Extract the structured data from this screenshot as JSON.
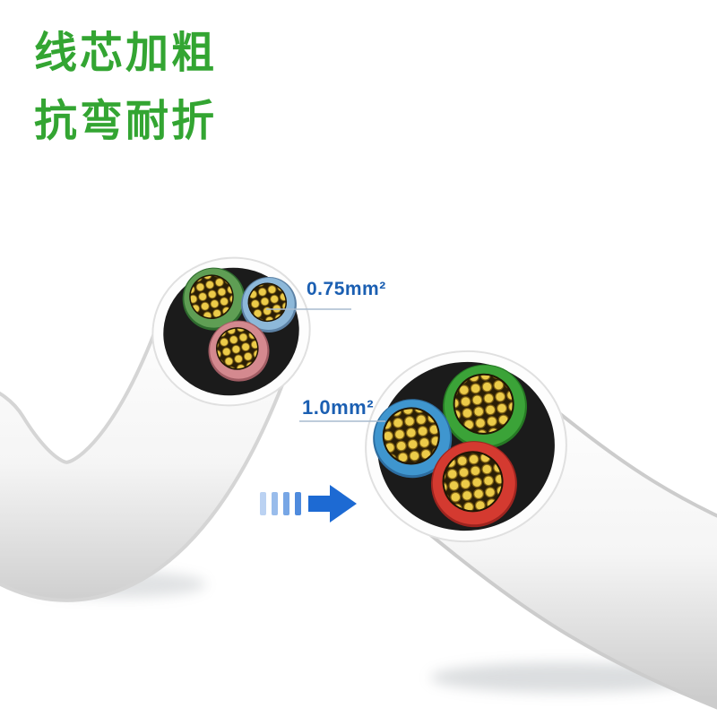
{
  "headline": {
    "line1": "线芯加粗",
    "line2": "抗弯耐折",
    "color": "#33a532"
  },
  "labels": {
    "small_core": "0.75mm²",
    "large_core": "1.0mm²",
    "color": "#1b5fb2"
  },
  "colors": {
    "strand": "#eccb49",
    "arrow": "#1d6ad3",
    "small_green": "#5f9e54",
    "small_blue": "#8db8d9",
    "small_pink": "#d4898f",
    "large_green": "#3ba338",
    "large_blue": "#3f96cf",
    "large_red": "#d43a30"
  }
}
